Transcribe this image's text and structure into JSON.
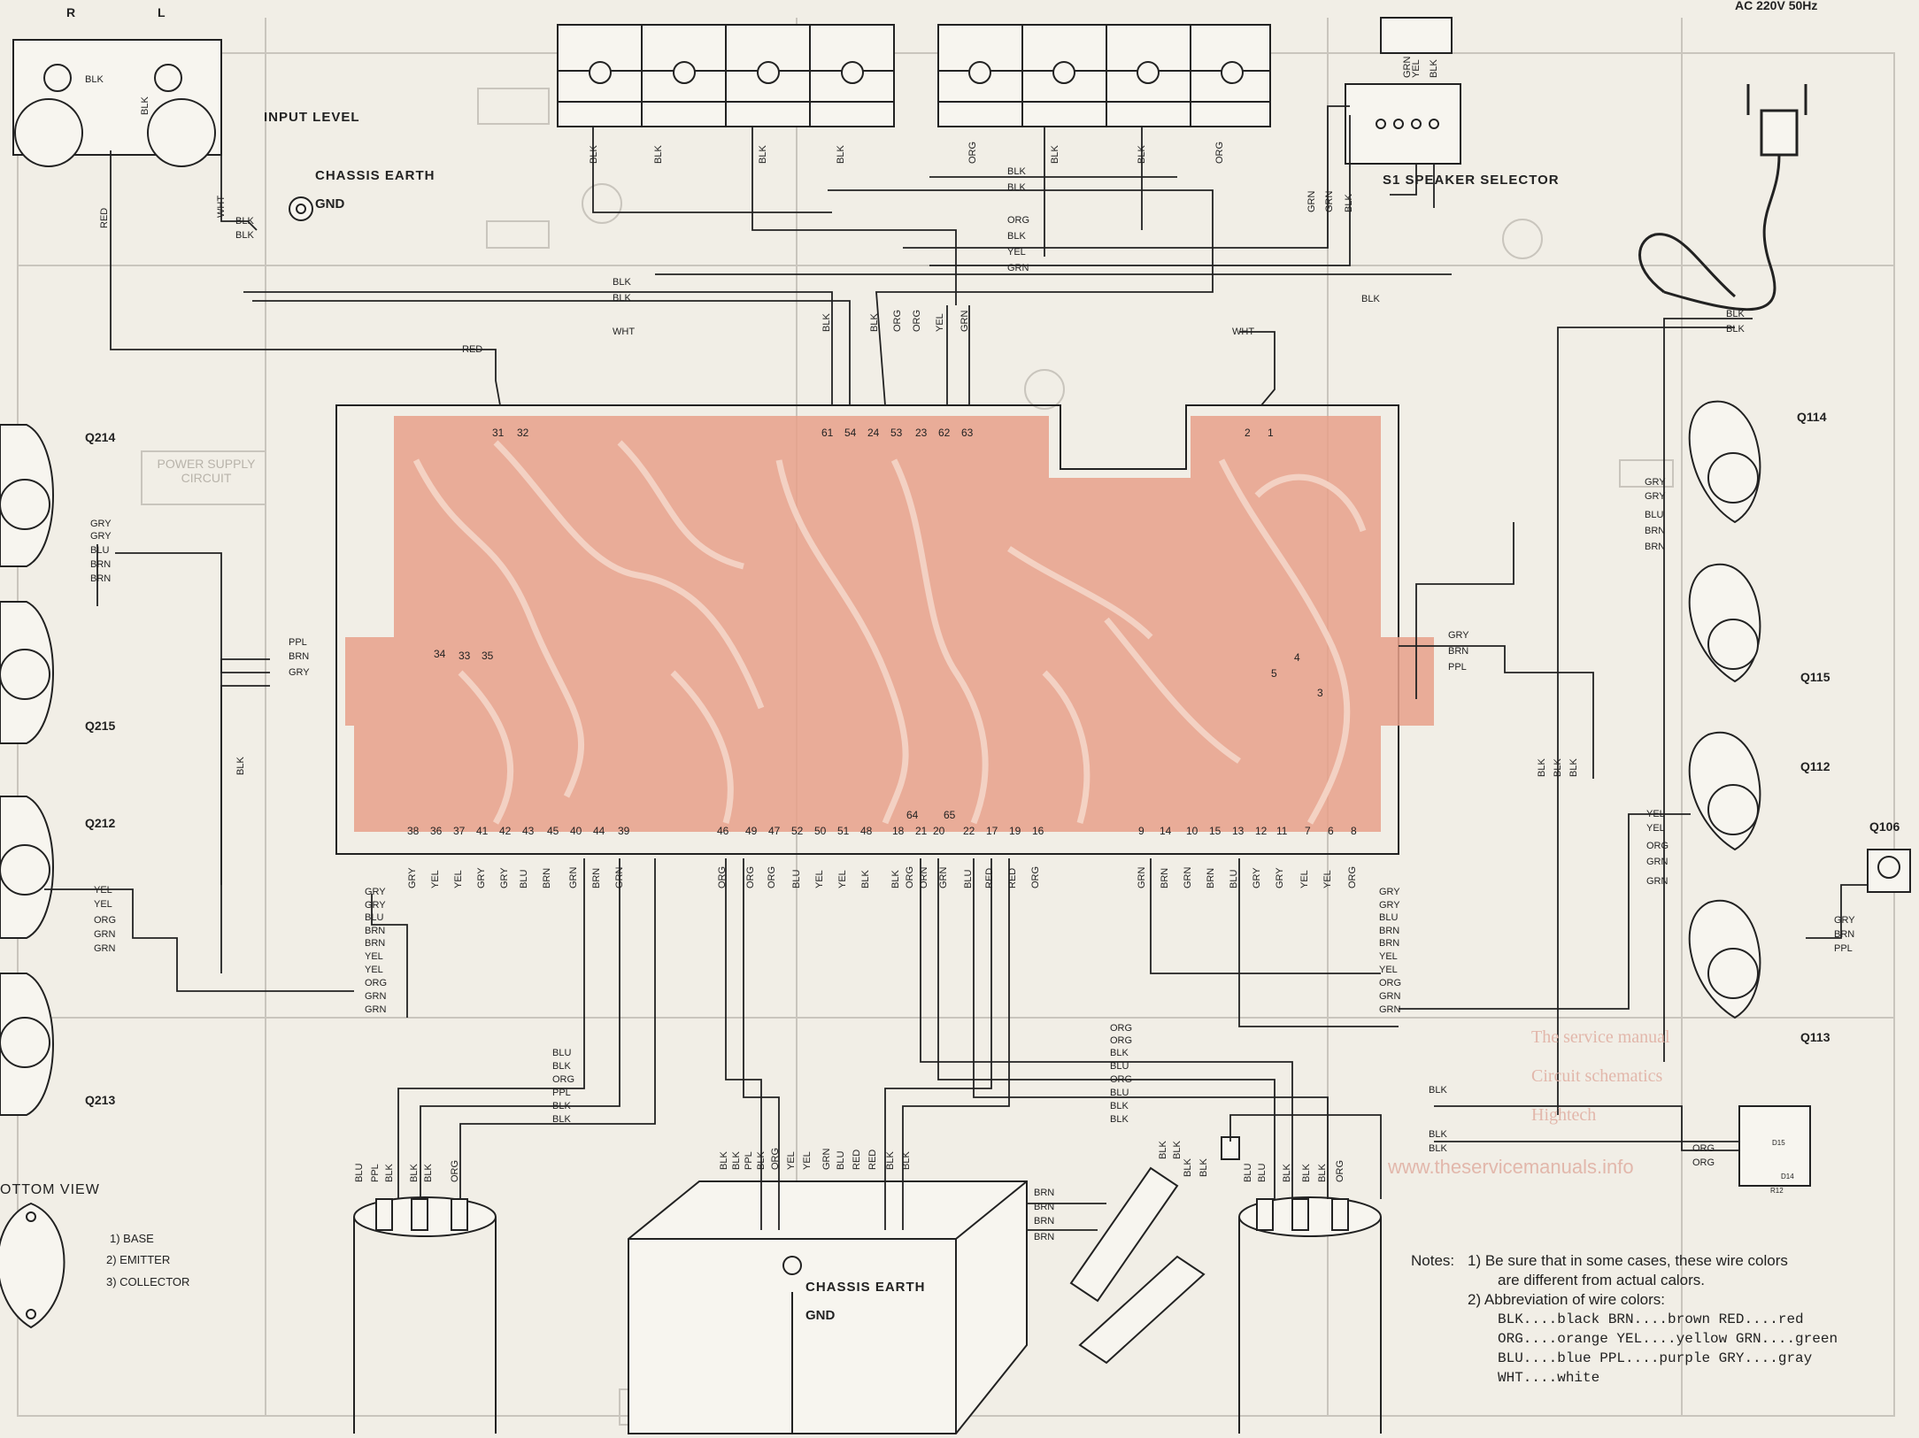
{
  "channels": {
    "right": "R",
    "left": "L"
  },
  "power": {
    "plug_label": "AC 220V 50Hz"
  },
  "labels": {
    "input_level": "INPUT LEVEL",
    "chassis_earth_top": "CHASSIS EARTH",
    "gnd_top": "GND",
    "speaker_selector": "S1 SPEAKER SELECTOR",
    "bottom_view": "OTTOM VIEW",
    "chassis_earth_bottom": "CHASSIS EARTH",
    "gnd_bottom": "GND",
    "pcb_watermark": "POWER SUPPLY CIRCUIT"
  },
  "transistor_legend": [
    "1) BASE",
    "2) EMITTER",
    "3) COLLECTOR"
  ],
  "transistors": [
    "Q214",
    "Q215",
    "Q212",
    "Q213",
    "Q114",
    "Q115",
    "Q112",
    "Q113",
    "Q106"
  ],
  "pcb_pins": {
    "top_left": [
      "31",
      "32"
    ],
    "top_center": [
      "61",
      "54",
      "24",
      "53",
      "23",
      "62",
      "63"
    ],
    "top_right": [
      "2",
      "1"
    ],
    "mid_left": [
      "34",
      "33",
      "35"
    ],
    "mid_right": [
      "4",
      "5",
      "3"
    ],
    "bottom_left": [
      "38",
      "36",
      "37",
      "41",
      "42",
      "43",
      "45",
      "40",
      "44",
      "39"
    ],
    "bottom_center": [
      "46",
      "49",
      "47",
      "52",
      "50",
      "51",
      "48",
      "18",
      "21",
      "20",
      "22",
      "17",
      "19",
      "16"
    ],
    "bottom_center_upper": [
      "64",
      "65"
    ],
    "bottom_right": [
      "9",
      "14",
      "10",
      "15",
      "13",
      "12",
      "11",
      "7",
      "6",
      "8"
    ]
  },
  "wire_labels": {
    "top_left_connectors": [
      "BLK",
      "BLK",
      "BLK",
      "BLK"
    ],
    "top_right_connectors": [
      "ORG",
      "BLK",
      "BLK",
      "ORG"
    ],
    "selector_top": [
      "GRN",
      "YEL",
      "BLK"
    ],
    "selector_down": [
      "GRN",
      "GRN",
      "BLK"
    ],
    "right_bus": [
      "BLK",
      "BLK",
      "ORG",
      "BLK",
      "YEL",
      "GRN"
    ],
    "left_bus": [
      "BLK",
      "BLK",
      "WHT"
    ],
    "center_drop": [
      "BLK",
      "BLK",
      "ORG",
      "ORG",
      "YEL",
      "GRN"
    ],
    "input_wires": [
      "BLK",
      "BLK",
      "RED",
      "WHT",
      "BLK",
      "BLK"
    ],
    "wht_right": "WHT",
    "red_top": "RED",
    "blk_right": "BLK",
    "power_blk": [
      "BLK",
      "BLK"
    ],
    "q214_wires": [
      "GRY",
      "GRY",
      "BLU",
      "BRN",
      "BRN"
    ],
    "q215_wires": [
      "PPL",
      "BRN",
      "GRY"
    ],
    "q212_wires": [
      "YEL",
      "YEL",
      "ORG",
      "GRN",
      "GRN"
    ],
    "blk_left_vertical": "BLK",
    "q114_wires": [
      "GRY",
      "GRY",
      "BLU",
      "BRN",
      "BRN"
    ],
    "q115_wires": [
      "GRY",
      "BRN",
      "PPL"
    ],
    "q112_wires": [
      "YEL",
      "YEL",
      "ORG",
      "GRN",
      "GRN"
    ],
    "q106_wires": [
      "GRY",
      "BRN",
      "PPL"
    ],
    "right_vertical_blk": [
      "BLK",
      "BLK",
      "BLK"
    ],
    "bottom_left_pins": [
      "GRY",
      "YEL",
      "YEL",
      "GRY",
      "BLU",
      "GRY",
      "BRN",
      "GRN",
      "BRN",
      "GRN"
    ],
    "bottom_center_pins": [
      "ORG",
      "ORG",
      "ORG",
      "BLU",
      "YEL",
      "YEL",
      "BLK",
      "BLK",
      "ORG",
      "ORN",
      "GRN",
      "BLU",
      "RED",
      "RED",
      "ORG"
    ],
    "bottom_right_pins": [
      "GRN",
      "BRN",
      "GRN",
      "BRN",
      "BLU",
      "GRY",
      "GRY",
      "YEL",
      "YEL",
      "ORG"
    ],
    "left_bundle": [
      "GRY",
      "GRY",
      "BLU",
      "BRN",
      "BRN",
      "YEL",
      "YEL",
      "ORG",
      "GRN",
      "GRN"
    ],
    "right_bundle": [
      "GRY",
      "GRY",
      "BLU",
      "BRN",
      "BRN",
      "YEL",
      "YEL",
      "ORG",
      "GRN",
      "GRN"
    ],
    "cap_left_bus": [
      "BLU",
      "BLK",
      "ORG",
      "PPL",
      "BLK",
      "BLK"
    ],
    "cap_right_bus": [
      "ORG",
      "ORG",
      "BLK",
      "BLU",
      "ORG",
      "BLU",
      "BLK",
      "BLK"
    ],
    "cap_left_vertical": [
      "BLU",
      "PPL",
      "BLK",
      "BLK",
      "BLK",
      "ORG"
    ],
    "transformer_vertical": [
      "BLK",
      "BLK",
      "PPL",
      "BLK",
      "ORG",
      "YEL",
      "YEL",
      "GRN",
      "BLU",
      "RED",
      "RED",
      "BLK",
      "BLK"
    ],
    "cap_right_vertical": [
      "BLU",
      "BLU",
      "BLK",
      "BLK",
      "BLK",
      "ORG"
    ],
    "brn_wires": [
      "BRN",
      "BRN",
      "BRN",
      "BRN"
    ],
    "bridge_wires": [
      "BLK",
      "BLK"
    ],
    "d15_wires": [
      "BLK",
      "BLK",
      "BLK",
      "ORG",
      "ORG"
    ],
    "d15_labels": [
      "D15",
      "D14",
      "R12"
    ],
    "slide_blk": [
      "BLK",
      "BLK"
    ]
  },
  "notes": {
    "prefix": "Notes:",
    "items": [
      "1)  Be sure that in some cases, these wire colors",
      "are different from actual calors.",
      "2)  Abbreviation of wire colors:"
    ],
    "abbreviations": [
      "BLK....black  BRN....brown RED....red",
      "ORG....orange YEL....yellow GRN....green",
      "BLU....blue   PPL....purple GRY....gray",
      "WHT....white"
    ]
  },
  "watermark": {
    "lines": [
      "The service manual",
      "Circuit schematics",
      "Hightech",
      "www.theservicemanuals.info"
    ]
  },
  "colors": {
    "paper": "#f1eee6",
    "pcb": "#e8a08a",
    "ink": "#222222",
    "faint": "#c9c5bd"
  }
}
